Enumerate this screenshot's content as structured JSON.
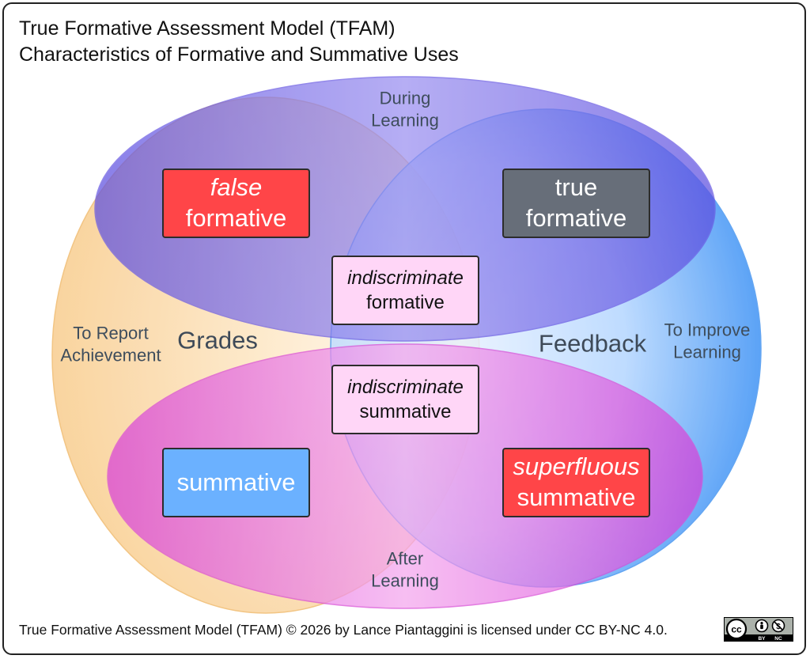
{
  "title": {
    "line1": "True Formative Assessment Model (TFAM)",
    "line2": "Characteristics of Formative and Summative Uses"
  },
  "labels": {
    "during": {
      "line1": "During",
      "line2": "Learning"
    },
    "after": {
      "line1": "After",
      "line2": "Learning"
    },
    "report": {
      "line1": "To Report",
      "line2": "Achievement"
    },
    "improve": {
      "line1": "To Improve",
      "line2": "Learning"
    },
    "grades": "Grades",
    "feedback": "Feedback"
  },
  "boxes": {
    "false_formative": {
      "line1": "false",
      "line2": "formative"
    },
    "true_formative": {
      "line1": "true",
      "line2": "formative"
    },
    "indiscriminate_formative": {
      "line1": "indiscriminate",
      "line2": "formative"
    },
    "indiscriminate_summative": {
      "line1": "indiscriminate",
      "line2": "summative"
    },
    "summative": {
      "line1": "summative"
    },
    "superfluous_summative": {
      "line1": "superfluous",
      "line2": "summative"
    }
  },
  "footer": {
    "text": "True Formative Assessment Model (TFAM)  © 2026 by Lance Piantaggini is licensed under CC BY-NC 4.0.",
    "badge": {
      "cc": "cc",
      "by": "BY",
      "nc": "NC"
    }
  },
  "colors": {
    "left_ellipse": "#fbd9a3",
    "right_ellipse": "#5aa8ff",
    "top_ellipse": "#7a66e6",
    "bottom_ellipse": "#e45ae0",
    "box_red": "#ff4548",
    "box_grey": "#676e79",
    "box_blue": "#6bb1ff",
    "box_pink": "#ffd6f7"
  }
}
